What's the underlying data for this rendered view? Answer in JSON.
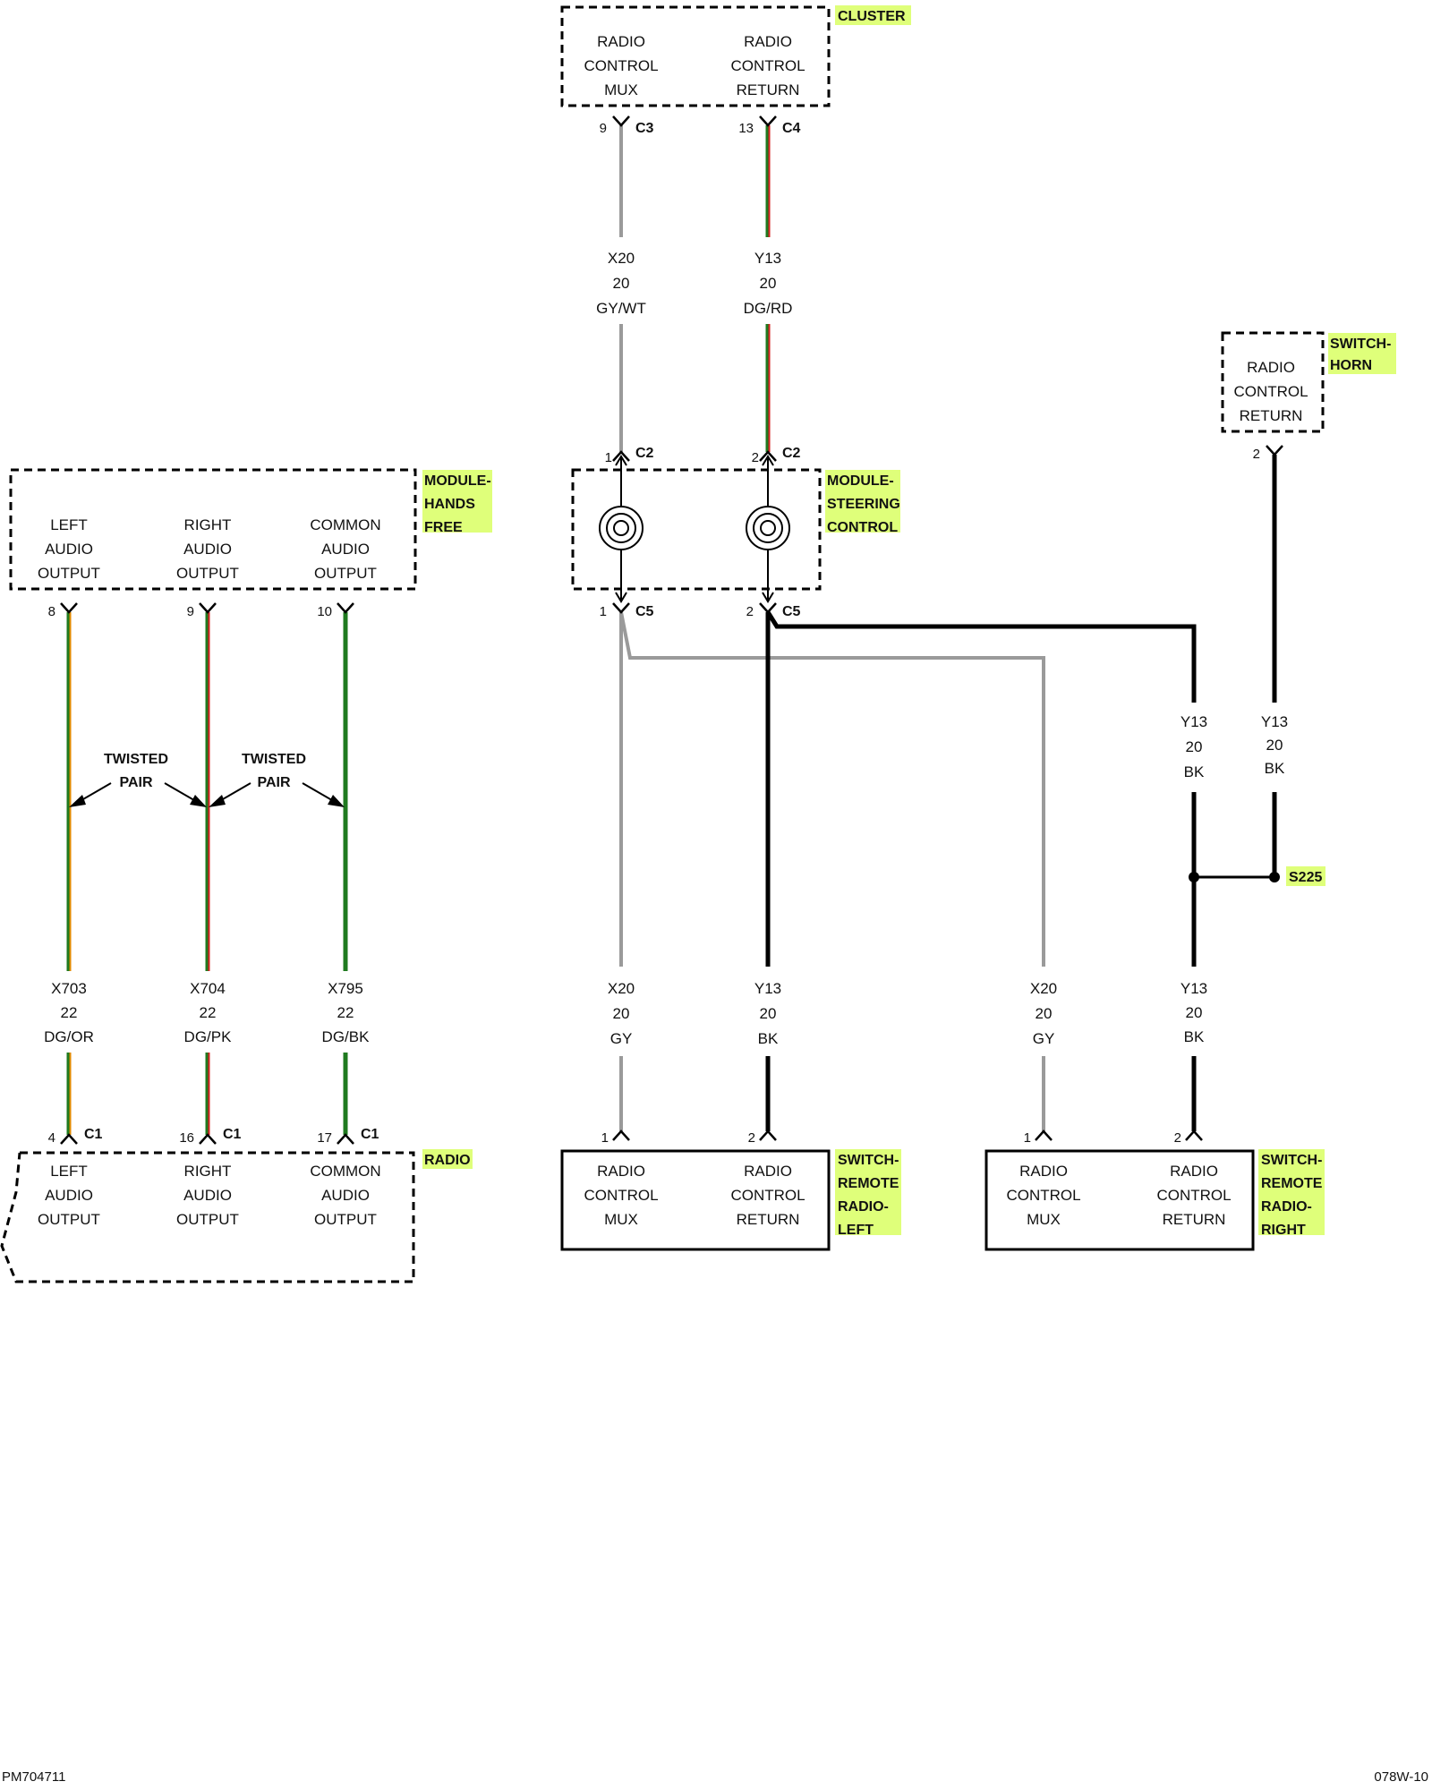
{
  "colors": {
    "tag_highlight": "#dfff7a",
    "wire_gray": "#9a9a9a",
    "wire_black": "#000000",
    "wire_green": "#1f7a1f",
    "wire_red": "#d42020",
    "wire_orange": "#e08a00",
    "wire_pink": "#ff8fb0"
  },
  "components": {
    "cluster": {
      "tag": "CLUSTER",
      "mux_lines": [
        "RADIO",
        "CONTROL",
        "MUX"
      ],
      "return_lines": [
        "RADIO",
        "CONTROL",
        "RETURN"
      ]
    },
    "switch_horn": {
      "tag_lines": [
        "SWITCH-",
        "HORN"
      ],
      "lines": [
        "RADIO",
        "CONTROL",
        "RETURN"
      ]
    },
    "module_hands_free": {
      "tag_lines": [
        "MODULE-",
        "HANDS",
        "FREE"
      ],
      "left_lines": [
        "LEFT",
        "AUDIO",
        "OUTPUT"
      ],
      "right_lines": [
        "RIGHT",
        "AUDIO",
        "OUTPUT"
      ],
      "common_lines": [
        "COMMON",
        "AUDIO",
        "OUTPUT"
      ]
    },
    "module_steering_control": {
      "tag_lines": [
        "MODULE-",
        "STEERING",
        "CONTROL"
      ]
    },
    "radio": {
      "tag": "RADIO",
      "left_lines": [
        "LEFT",
        "AUDIO",
        "OUTPUT"
      ],
      "right_lines": [
        "RIGHT",
        "AUDIO",
        "OUTPUT"
      ],
      "common_lines": [
        "COMMON",
        "AUDIO",
        "OUTPUT"
      ]
    },
    "switch_remote_left": {
      "tag_lines": [
        "SWITCH-",
        "REMOTE",
        "RADIO-",
        "LEFT"
      ],
      "mux_lines": [
        "RADIO",
        "CONTROL",
        "MUX"
      ],
      "return_lines": [
        "RADIO",
        "CONTROL",
        "RETURN"
      ]
    },
    "switch_remote_right": {
      "tag_lines": [
        "SWITCH-",
        "REMOTE",
        "RADIO-",
        "RIGHT"
      ],
      "mux_lines": [
        "RADIO",
        "CONTROL",
        "MUX"
      ],
      "return_lines": [
        "RADIO",
        "CONTROL",
        "RETURN"
      ]
    }
  },
  "connectors": {
    "c3_pin": "9",
    "c3": "C3",
    "c4_pin": "13",
    "c4": "C4",
    "c2_pin1": "1",
    "c2_pin2": "2",
    "c2": "C2",
    "c5_pin1": "1",
    "c5_pin2": "2",
    "c5": "C5",
    "horn_pin": "2",
    "hf_pin8": "8",
    "hf_pin9": "9",
    "hf_pin10": "10",
    "radio_pin4": "4",
    "radio_pin16": "16",
    "radio_pin17": "17",
    "c1": "C1",
    "srl_pin1": "1",
    "srl_pin2": "2",
    "srr_pin1": "1",
    "srr_pin2": "2"
  },
  "wires": {
    "x20_upper": [
      "X20",
      "20",
      "GY/WT"
    ],
    "y13_upper": [
      "Y13",
      "20",
      "DG/RD"
    ],
    "y13_horn_a": [
      "Y13",
      "20",
      "BK"
    ],
    "y13_horn_b": [
      "Y13",
      "20",
      "BK"
    ],
    "x703": [
      "X703",
      "22",
      "DG/OR"
    ],
    "x704": [
      "X704",
      "22",
      "DG/PK"
    ],
    "x795": [
      "X795",
      "22",
      "DG/BK"
    ],
    "x20_left": [
      "X20",
      "20",
      "GY"
    ],
    "y13_left": [
      "Y13",
      "20",
      "BK"
    ],
    "x20_right": [
      "X20",
      "20",
      "GY"
    ],
    "y13_right": [
      "Y13",
      "20",
      "BK"
    ]
  },
  "splice": "S225",
  "twisted_pair": [
    "TWISTED",
    "PAIR"
  ],
  "footer": {
    "left": "PM704711",
    "right": "078W-10"
  }
}
